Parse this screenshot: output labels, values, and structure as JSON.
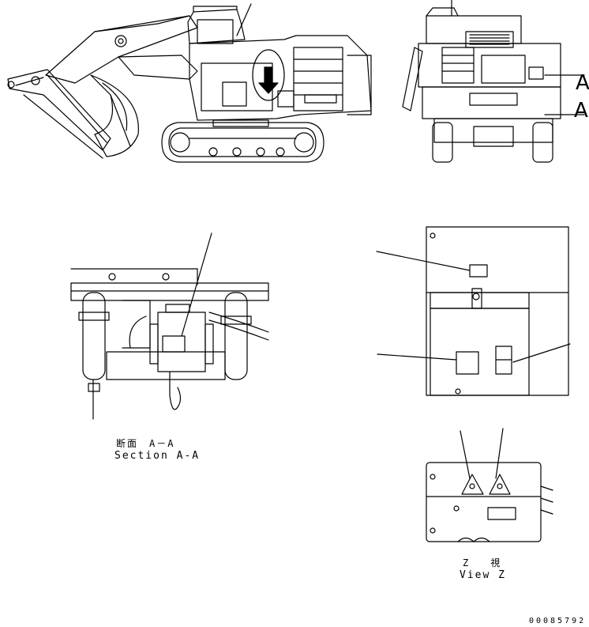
{
  "section_a": {
    "label_ja": "断面　A－A",
    "label_en": "Section A-A"
  },
  "view_z": {
    "label_ja": "Z　視",
    "label_en": "View Z"
  },
  "section_markers": [
    "A",
    "A"
  ],
  "drawing_number": "00085792"
}
